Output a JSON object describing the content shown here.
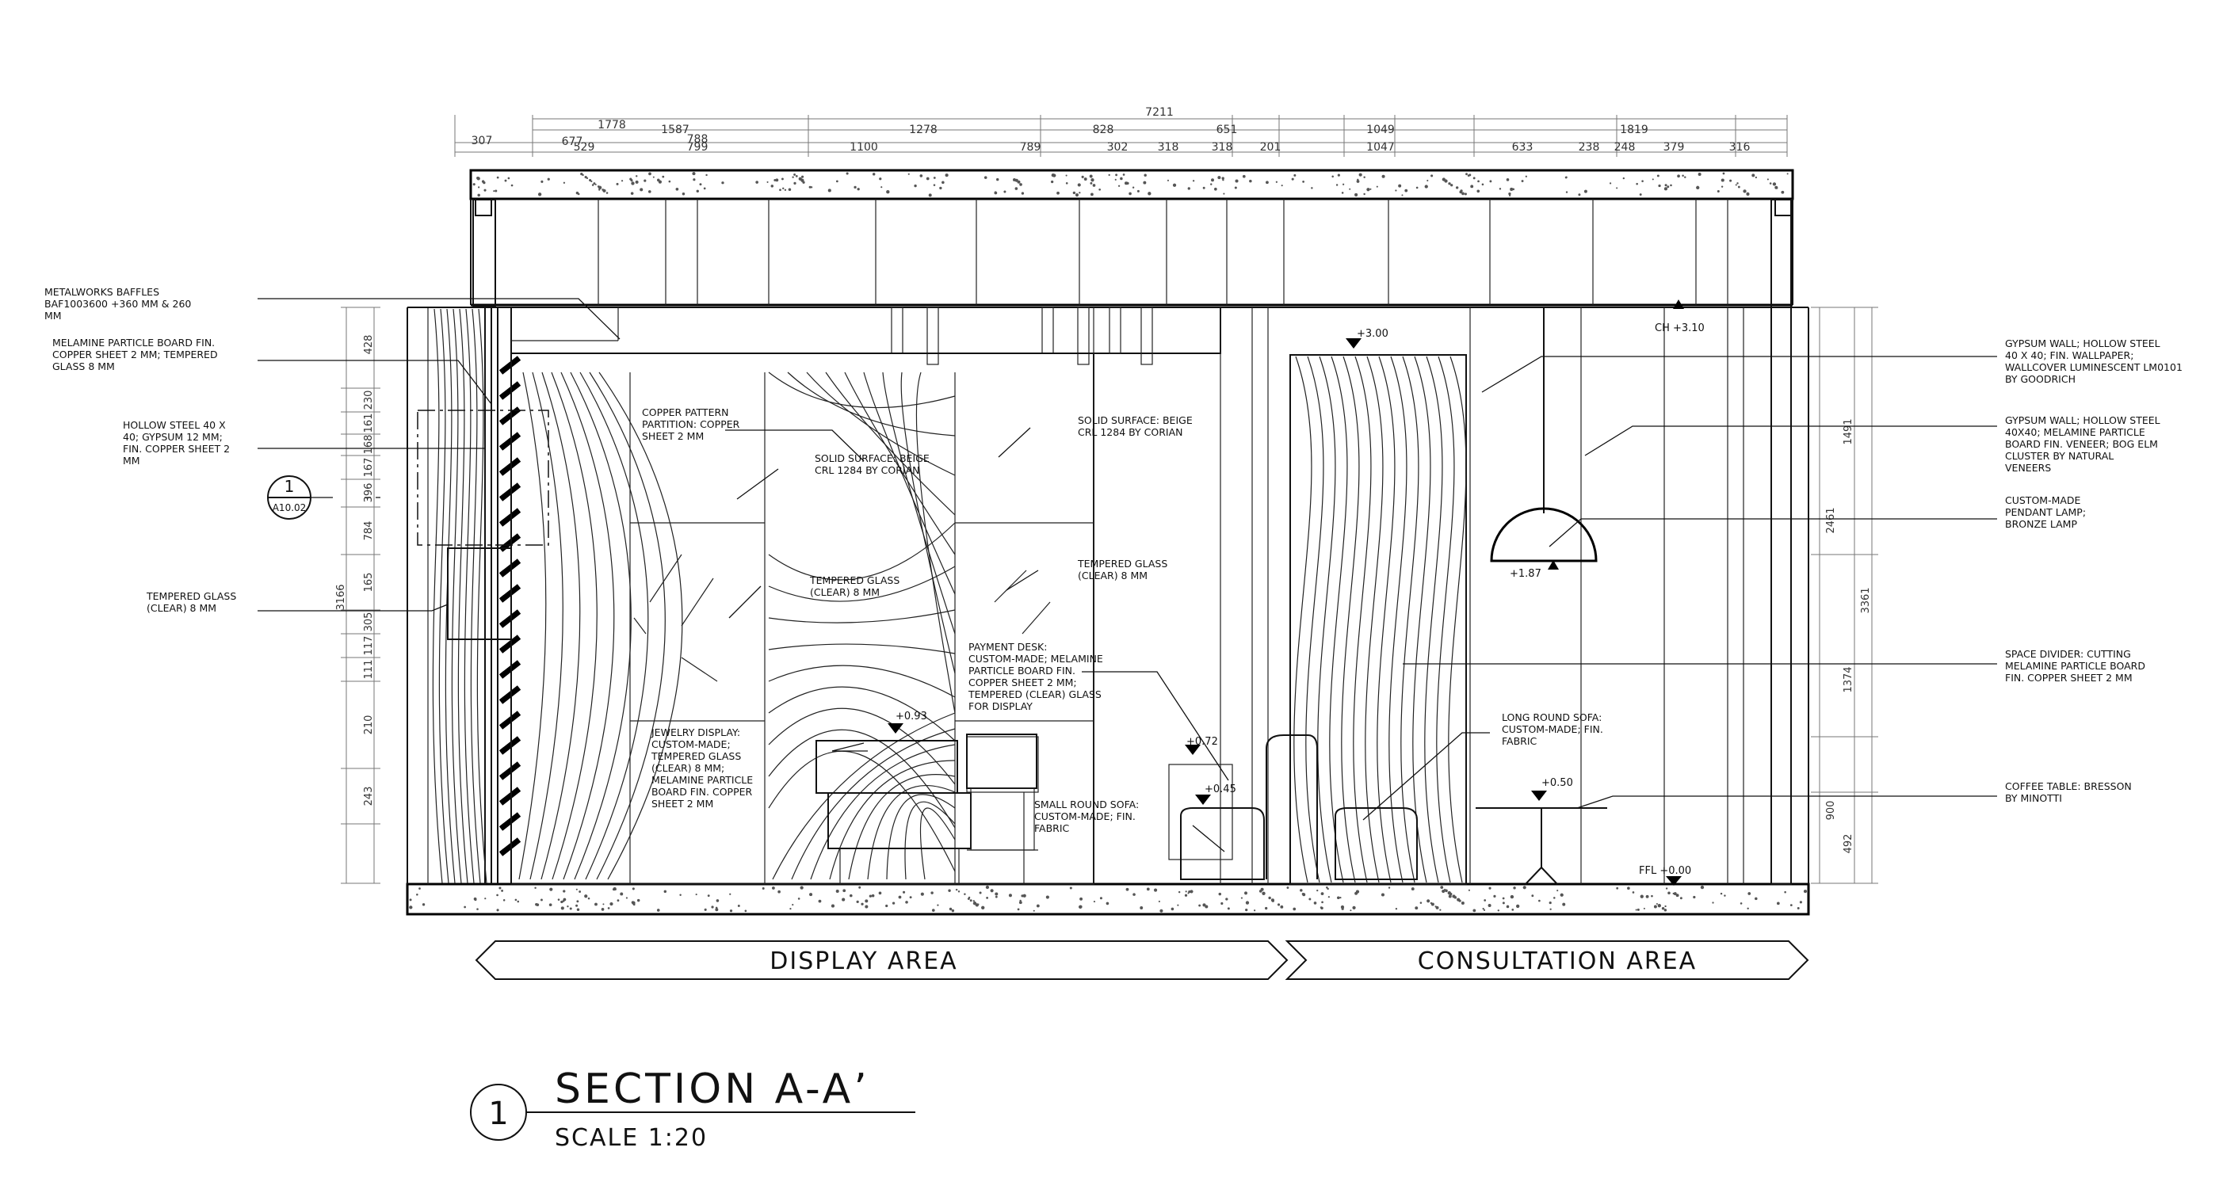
{
  "overall_dim": "7211",
  "top_dims_row1": [
    "1778",
    "1587",
    "1278",
    "828",
    "651",
    "1049",
    "1819"
  ],
  "top_dims_row2": [
    "307",
    "677",
    "529",
    "788",
    "799",
    "1100",
    "789",
    "302",
    "318",
    "318",
    "201",
    "1047",
    "633",
    "238",
    "248",
    "379",
    "316"
  ],
  "left_dims": [
    "428",
    "230",
    "161",
    "168",
    "167",
    "396",
    "784",
    "165",
    "305",
    "117",
    "111",
    "210",
    "243"
  ],
  "left_overall": "3166",
  "right_dims": [
    "1491",
    "1374",
    "900",
    "492"
  ],
  "right_overall_1": "2461",
  "right_overall_2": "3361",
  "callouts": {
    "metalworks": [
      "METALWORKS BAFFLES",
      "BAF1003600 +360 MM & 260",
      "MM"
    ],
    "melamine": [
      "MELAMINE PARTICLE BOARD FIN.",
      "COPPER SHEET 2 MM; TEMPERED",
      "GLASS 8 MM"
    ],
    "hollow_steel": [
      "HOLLOW STEEL 40 X",
      "40; GYPSUM 12 MM;",
      "FIN. COPPER SHEET 2",
      "MM"
    ],
    "tempered_left": [
      "TEMPERED GLASS",
      "(CLEAR) 8 MM"
    ],
    "copper_partition": [
      "COPPER PATTERN",
      "PARTITION: COPPER",
      "SHEET 2 MM"
    ],
    "solid_surface_1": [
      "SOLID SURFACE: BEIGE",
      "CRL 1284 BY CORIAN"
    ],
    "solid_surface_2": [
      "SOLID SURFACE: BEIGE",
      "CRL 1284 BY CORIAN"
    ],
    "tempered_mid": [
      "TEMPERED GLASS",
      "(CLEAR) 8 MM"
    ],
    "tempered_right": [
      "TEMPERED GLASS",
      "(CLEAR) 8 MM"
    ],
    "payment_desk": [
      "PAYMENT DESK:",
      "CUSTOM-MADE; MELAMINE",
      "PARTICLE BOARD FIN.",
      "COPPER SHEET 2 MM;",
      "TEMPERED (CLEAR) GLASS",
      "FOR DISPLAY"
    ],
    "jewelry_display": [
      "JEWELRY DISPLAY:",
      "CUSTOM-MADE;",
      "TEMPERED GLASS",
      "(CLEAR) 8 MM;",
      "MELAMINE PARTICLE",
      "BOARD FIN. COPPER",
      "SHEET 2 MM"
    ],
    "small_sofa": [
      "SMALL ROUND SOFA:",
      "CUSTOM-MADE; FIN.",
      "FABRIC"
    ],
    "long_sofa": [
      "LONG ROUND SOFA:",
      "CUSTOM-MADE; FIN.",
      "FABRIC"
    ],
    "gypsum_1": [
      "GYPSUM WALL; HOLLOW STEEL",
      "40 X 40; FIN. WALLPAPER;",
      "WALLCOVER LUMINESCENT LM0101",
      "BY GOODRICH"
    ],
    "gypsum_2": [
      "GYPSUM WALL; HOLLOW STEEL",
      "40X40; MELAMINE PARTICLE",
      "BOARD FIN. VENEER; BOG ELM",
      "CLUSTER BY NATURAL",
      "VENEERS"
    ],
    "pendant": [
      "CUSTOM-MADE",
      "PENDANT LAMP;",
      "BRONZE LAMP"
    ],
    "space_divider": [
      "SPACE DIVIDER: CUTTING",
      "MELAMINE PARTICLE BOARD",
      "FIN. COPPER SHEET 2 MM"
    ],
    "coffee_table": [
      "COFFEE TABLE: BRESSON",
      "BY MINOTTI"
    ]
  },
  "levels": {
    "ch": "CH +3.10",
    "divider_top": "+3.00",
    "lamp": "+1.87",
    "display": "+0.93",
    "desk": "+0.72",
    "small_sofa": "+0.45",
    "table": "+0.50",
    "ffl": "FFL +0.00"
  },
  "detail_ref": {
    "num": "1",
    "sheet": "A10.02"
  },
  "areas": {
    "left": "DISPLAY AREA",
    "right": "CONSULTATION AREA"
  },
  "title": {
    "num": "1",
    "text": "SECTION A-A’",
    "scale": "SCALE 1:20"
  }
}
